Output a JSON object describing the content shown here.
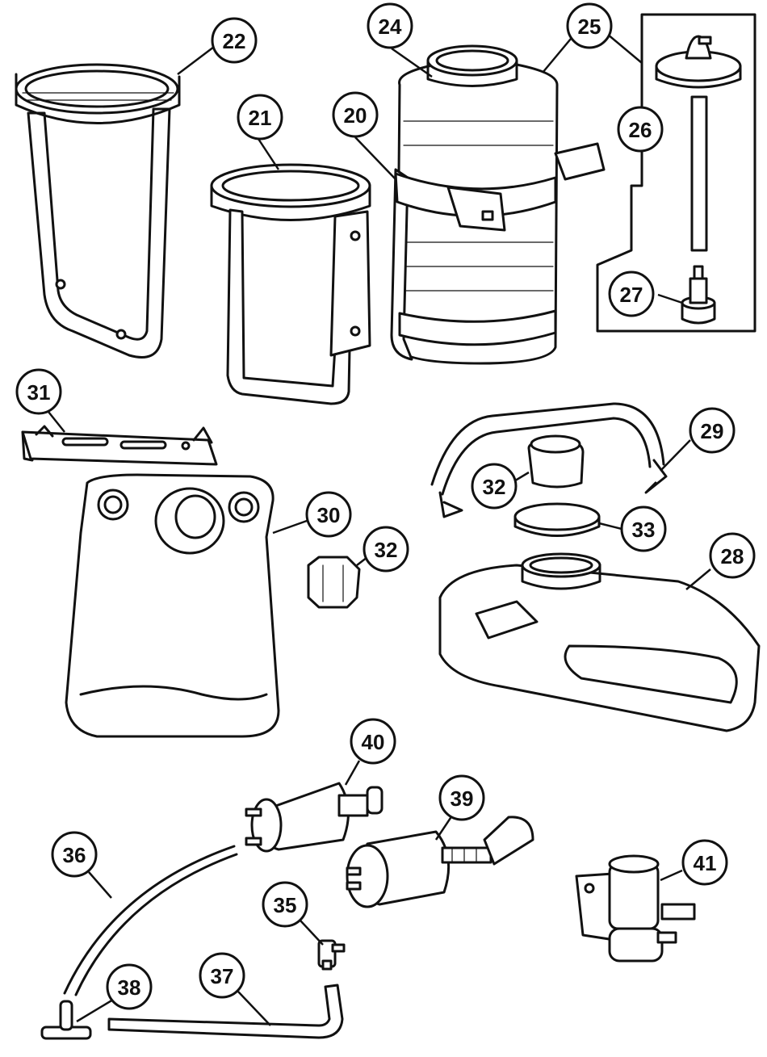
{
  "diagram": {
    "callouts": [
      {
        "id": "c22",
        "label": "22"
      },
      {
        "id": "c21",
        "label": "21"
      },
      {
        "id": "c20",
        "label": "20"
      },
      {
        "id": "c24",
        "label": "24"
      },
      {
        "id": "c25",
        "label": "25"
      },
      {
        "id": "c26",
        "label": "26"
      },
      {
        "id": "c27",
        "label": "27"
      },
      {
        "id": "c31",
        "label": "31"
      },
      {
        "id": "c29",
        "label": "29"
      },
      {
        "id": "c32a",
        "label": "32"
      },
      {
        "id": "c30",
        "label": "30"
      },
      {
        "id": "c33",
        "label": "33"
      },
      {
        "id": "c32b",
        "label": "32"
      },
      {
        "id": "c28",
        "label": "28"
      },
      {
        "id": "c40",
        "label": "40"
      },
      {
        "id": "c39",
        "label": "39"
      },
      {
        "id": "c36",
        "label": "36"
      },
      {
        "id": "c35",
        "label": "35"
      },
      {
        "id": "c41",
        "label": "41"
      },
      {
        "id": "c38",
        "label": "38"
      },
      {
        "id": "c37",
        "label": "37"
      }
    ],
    "line_color": "#111111",
    "background_color": "#ffffff"
  }
}
